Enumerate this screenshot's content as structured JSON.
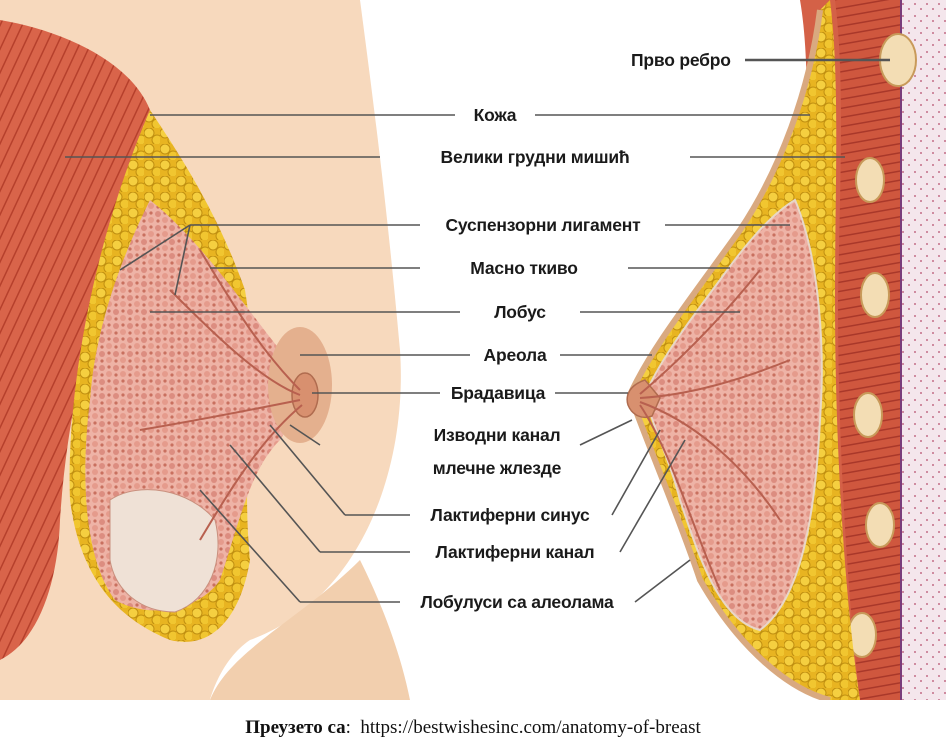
{
  "labels": {
    "first_rib": "Прво ребро",
    "skin": "Кожа",
    "pectoralis_major": "Велики грудни мишић",
    "suspensory_ligament": "Суспензорни лигамент",
    "adipose_tissue": "Масно ткиво",
    "lobe": "Лобус",
    "areola": "Ареола",
    "nipple": "Брадавица",
    "mammary_duct_line1": "Изводни канал",
    "mammary_duct_line2": "млечне жлезде",
    "lactiferous_sinus": "Лактиферни синус",
    "lactiferous_duct": "Лактиферни канал",
    "lobules_alveoli": "Лобулуси са алеолама"
  },
  "credit": {
    "prefix": "Преузето са",
    "separator": ":",
    "url": "https://bestwishesinc.com/anatomy-of-breast"
  },
  "colors": {
    "muscle": "#c9503a",
    "fat": "#e9b624",
    "gland": "#e3a093",
    "skin": "#f7d9bd",
    "chest_wall": "#f3e4ea",
    "leader_line": "#555555"
  }
}
